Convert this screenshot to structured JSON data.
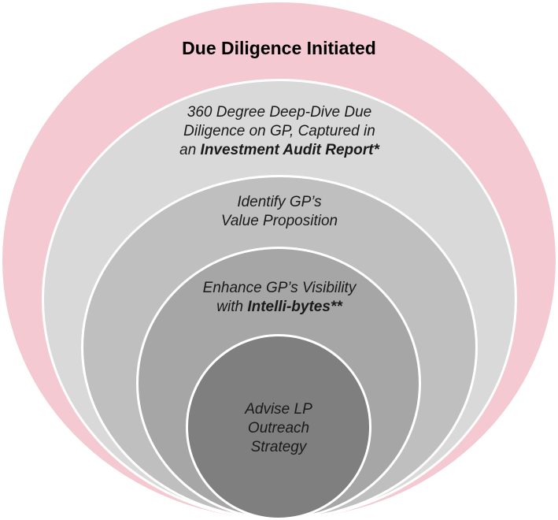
{
  "diagram": {
    "title": "Due Diligence Initiated",
    "layers": [
      {
        "line1": "360 Degree Deep-Dive Due",
        "line2": "Diligence on GP, Captured in",
        "line3_prefix": "an ",
        "line3_bold": "Investment Audit Report*",
        "color": "#d9d9d9"
      },
      {
        "line1": "Identify GP’s",
        "line2": "Value Proposition",
        "color": "#bfbfbf"
      },
      {
        "line1": "Enhance GP’s Visibility",
        "line2_prefix": "with ",
        "line2_bold": "Intelli-bytes**",
        "color": "#a6a6a6"
      },
      {
        "line1": "Advise LP",
        "line2": "Outreach",
        "line3": "Strategy",
        "color": "#7f7f7f"
      }
    ],
    "outer_color": "#f4c9d2"
  }
}
